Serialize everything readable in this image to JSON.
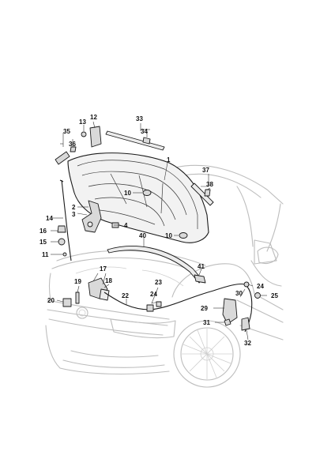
{
  "callouts": [
    "1",
    "2",
    "3",
    "4",
    "10",
    "10",
    "11",
    "12",
    "13",
    "14",
    "15",
    "16",
    "17",
    "18",
    "19",
    "20",
    "22",
    "23",
    "24",
    "24",
    "25",
    "29",
    "30",
    "31",
    "32",
    "33",
    "34",
    "35",
    "36",
    "37",
    "38",
    "40",
    "41"
  ],
  "colors": {
    "outline": "#bdbdbd",
    "part_stroke": "#1a1a1a",
    "part_fill": "#d9d9d9",
    "label": "#111111"
  }
}
